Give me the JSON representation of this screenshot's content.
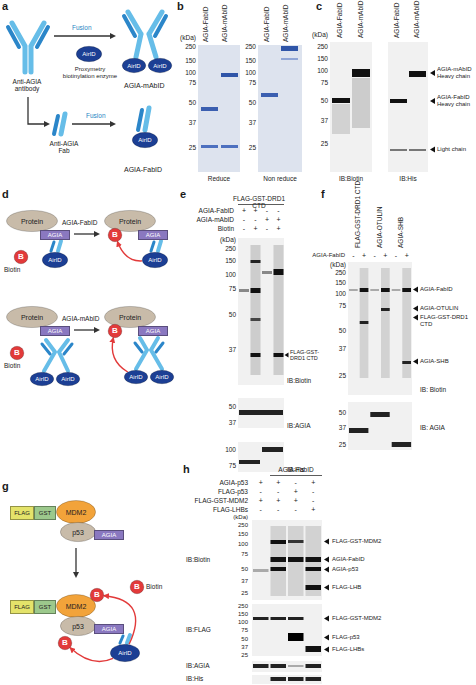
{
  "diagram": {
    "nodes": [
      {
        "text": [
          "AirID"
        ]
      },
      {
        "text": [
          "AirID"
        ]
      },
      {
        "text": [
          "AirID"
        ]
      },
      {
        "text": [
          "AirID"
        ]
      },
      {
        "text": [
          "Protein"
        ]
      },
      {
        "text": [
          "AGIA"
        ]
      },
      {
        "text": [
          "AirID"
        ]
      },
      {
        "text": [
          "B"
        ]
      },
      {
        "text": [
          "Protein"
        ]
      },
      {
        "text": [
          "AGIA"
        ]
      },
      {
        "text": [
          "B"
        ]
      },
      {
        "text": [
          "AirID"
        ]
      },
      {
        "text": [
          "Protein"
        ]
      },
      {
        "text": [
          "AGIA"
        ]
      },
      {
        "text": [
          "AirID"
        ]
      },
      {
        "text": [
          "AirID"
        ]
      },
      {
        "text": [
          "B"
        ]
      },
      {
        "text": [
          "Protein"
        ]
      },
      {
        "text": [
          "AGIA"
        ]
      },
      {
        "text": [
          "B"
        ]
      },
      {
        "text": [
          "AirID"
        ]
      },
      {
        "text": [
          "AirID"
        ]
      },
      {
        "text": [
          "FLAG"
        ]
      },
      {
        "text": [
          "GST"
        ]
      },
      {
        "text": [
          "MDM2"
        ]
      },
      {
        "text": [
          "p53"
        ]
      },
      {
        "text": [
          "AGIA"
        ]
      },
      {
        "text": [
          "FLAG"
        ]
      },
      {
        "text": [
          "GST"
        ]
      },
      {
        "text": [
          "MDM2"
        ]
      },
      {
        "text": [
          "p53"
        ]
      },
      {
        "text": [
          "AGIA"
        ]
      },
      {
        "text": [
          "B"
        ]
      },
      {
        "text": [
          "B"
        ]
      },
      {
        "text": [
          "B"
        ]
      },
      {
        "text": [
          "AirID"
        ]
      }
    ],
    "edges": [
      {
        "from": 11,
        "to": 10,
        "arrow": "to"
      },
      {
        "from": 20,
        "to": 19,
        "arrow": "to"
      },
      {
        "from": 35,
        "to": 33,
        "arrow": "to"
      },
      {
        "from": 35,
        "to": 34,
        "arrow": "to"
      }
    ],
    "labels": [
      "a",
      "b",
      "c",
      "d",
      "e",
      "f",
      "g",
      "h",
      "Anti-AGIA antibody",
      "Fusion",
      "Proxymetry biotinylation enzyme",
      "AGIA-mAbID",
      "Fusion",
      "Anti-AGIA Fab",
      "AGIA-FabID",
      "AGIA-FabID",
      "AGIA-mAbID",
      "AGIA-FabID",
      "AGIA-mAbID",
      "(kDa)",
      "250",
      "150",
      "100",
      "75",
      "50",
      "37",
      "25",
      "250",
      "150",
      "100",
      "75",
      "50",
      "37",
      "25",
      "Reduce",
      "Non reduce",
      "AGIA-FabID",
      "AGIA-mAbID",
      "AGIA-FabID",
      "AGIA-mAbID",
      "(kDa)",
      "250",
      "150",
      "100",
      "75",
      "50",
      "37",
      "25",
      "AGIA-mAbID Heavy chain",
      "AGIA-FabID Heavy chain",
      "Light chain",
      "IB:Biotin",
      "IB:His",
      "AGIA-FabID",
      "Biotin",
      "AGIA-mAbID",
      "Biotin",
      "FLAG-GST-DRD1 CTD",
      "AGIA-FabID",
      "+",
      "+",
      "-",
      "-",
      "AGIA-mAbID",
      "-",
      "-",
      "+",
      "+",
      "Biotin",
      "-",
      "+",
      "-",
      "+",
      "(kDa)",
      "250",
      "150",
      "100",
      "75",
      "50",
      "37",
      "FLAG-GST-DRD1 CTD",
      "IB:Biotin",
      "50",
      "37",
      "IB:AGIA",
      "100",
      "75",
      "IB:His",
      "FLAG-GST-DRD1 CTD",
      "AGIA-OTULIN",
      "AGIA-SHB",
      "AGIA-FabID",
      "-",
      "+",
      "-",
      "+",
      "-",
      "+",
      "(kDa)",
      "250",
      "150",
      "100",
      "75",
      "50",
      "37",
      "25",
      "AGIA-FabID",
      "AGIA-OTULIN",
      "FLAG-GST-DRD1 CTD",
      "AGIA-SHB",
      "IB: Biotin",
      "50",
      "37",
      "25",
      "IB: AGIA",
      "Biotin",
      "AGIA-FabID",
      "AGIA-p53",
      "+",
      "+",
      "-",
      "+",
      "FLAG-p53",
      "-",
      "-",
      "+",
      "-",
      "FLAG-GST-MDM2",
      "+",
      "+",
      "+",
      "-",
      "FLAG-LHBs",
      "-",
      "-",
      "-",
      "+",
      "(kDa)",
      "250",
      "150",
      "100",
      "75",
      "50",
      "37",
      "25",
      "IB:Biotin",
      "250",
      "150",
      "100",
      "75",
      "50",
      "37",
      "25",
      "IB:FLAG",
      "IB:AGIA",
      "IB:His",
      "FLAG-GST-MDM2",
      "AGIA-FabID",
      "AGIA-p53",
      "FLAG-LHB",
      "FLAG-GST-MDM2",
      "FLAG-p53",
      "FLAG-LHBs"
    ]
  }
}
